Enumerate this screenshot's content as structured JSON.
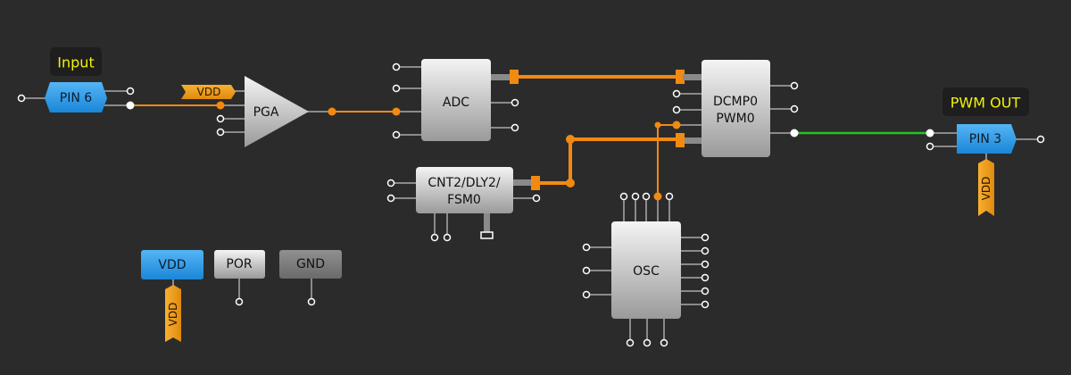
{
  "colors": {
    "background": "#2b2b2b",
    "wire_orange": "#f28a12",
    "wire_green": "#22c522",
    "pin_blue": "#2e9be8",
    "vdd_orange": "#f0a020",
    "label_yellow": "#f2f20a"
  },
  "labels": {
    "input": "Input",
    "pwm_out": "PWM OUT"
  },
  "blocks": {
    "pin6": "PIN 6",
    "pin3": "PIN 3",
    "pga": "PGA",
    "adc": "ADC",
    "dcmp_line1": "DCMP0",
    "dcmp_line2": "PWM0",
    "cnt_line1": "CNT2/DLY2/",
    "cnt_line2": "FSM0",
    "osc": "OSC",
    "vdd": "VDD",
    "por": "POR",
    "gnd": "GND"
  },
  "tags": {
    "pga_vdd": "VDD",
    "pin3_vdd": "VDD",
    "vdd_block_vdd": "VDD"
  }
}
